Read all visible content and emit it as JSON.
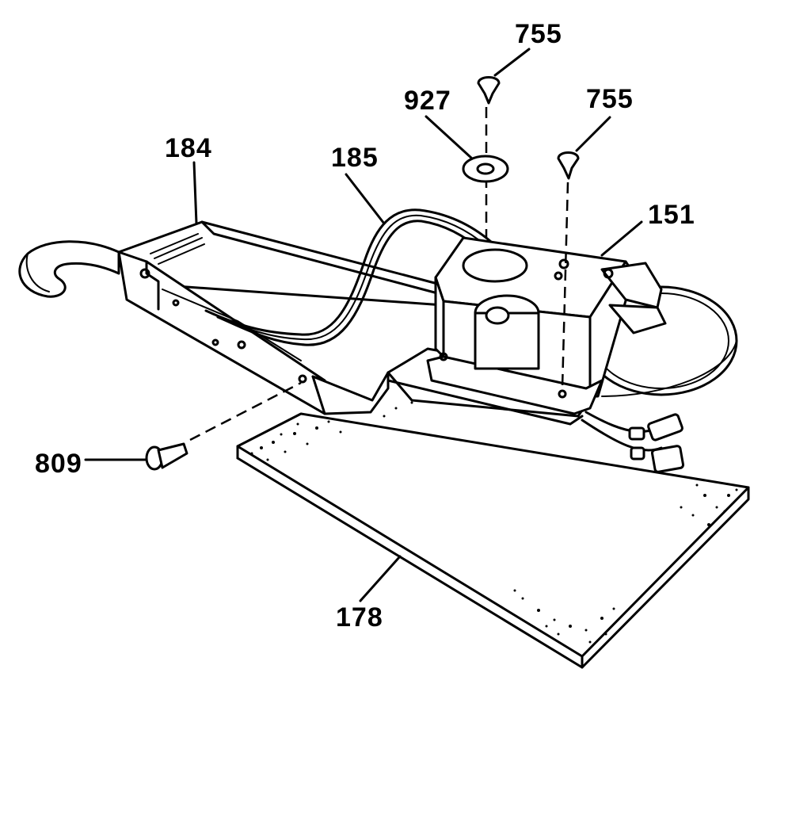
{
  "callouts": {
    "screw_top_left": "755",
    "screw_top_right": "755",
    "grommet": "927",
    "bracket": "184",
    "wire": "185",
    "motor": "151",
    "screw_left": "809",
    "pad": "178"
  }
}
